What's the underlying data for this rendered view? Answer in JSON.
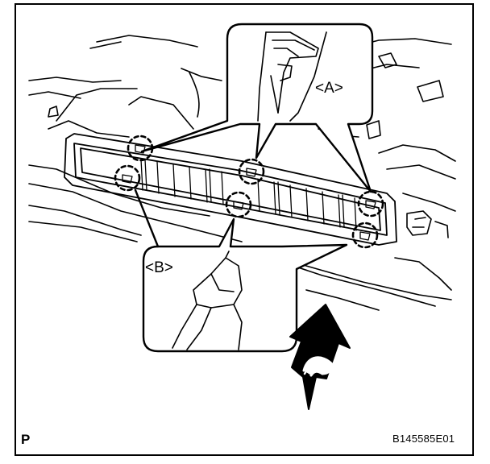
{
  "callouts": {
    "a": "<A>",
    "b": "<B>"
  },
  "corner_letter": "P",
  "figure_id": "B145585E01",
  "colors": {
    "line": "#000000",
    "background": "#ffffff"
  },
  "icons": {
    "direction_arrow": "upward-hooked-arrow-icon",
    "clip_marker": "dashed-circle-clip-marker"
  }
}
